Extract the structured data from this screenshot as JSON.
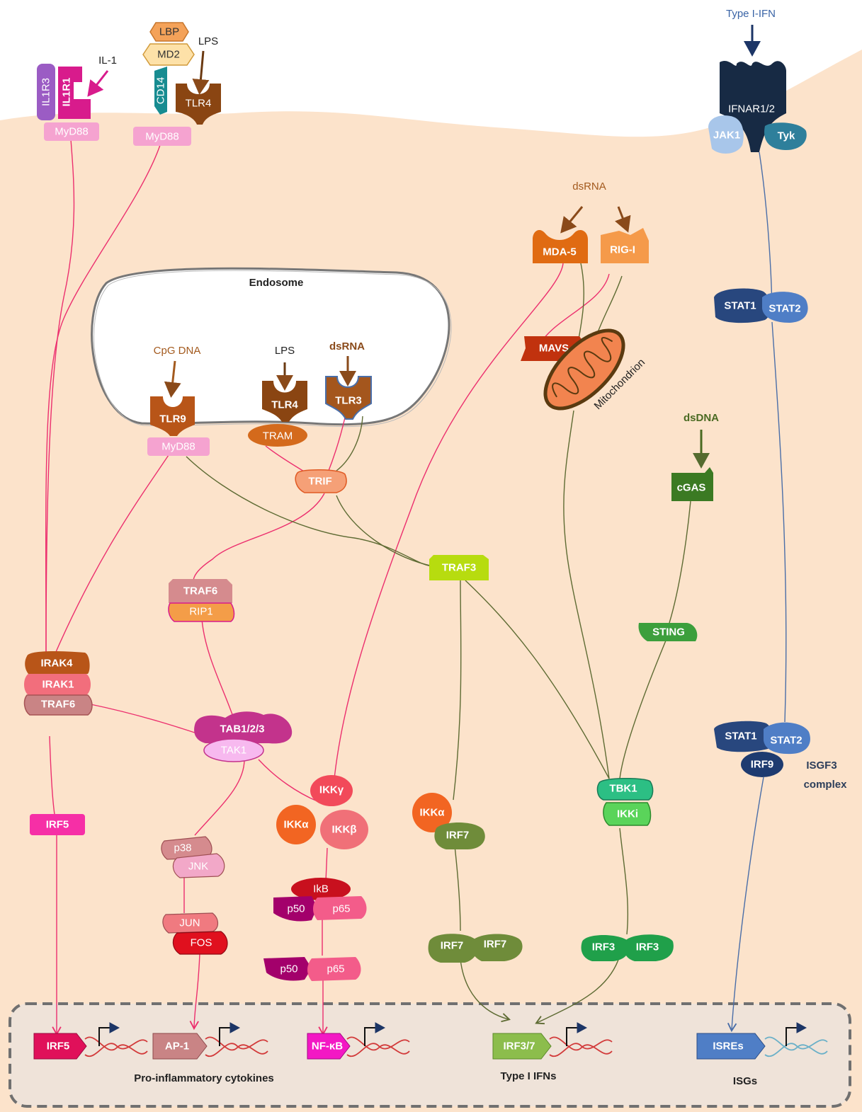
{
  "ligands": {
    "il1": "IL-1",
    "lps_top": "LPS",
    "type1_ifn": "Type I-IFN",
    "dsrna_cyto": "dsRNA",
    "cpg_dna": "CpG DNA",
    "lps_endo": "LPS",
    "dsrna_endo": "dsRNA",
    "dsdna": "dsDNA"
  },
  "compartments": {
    "endosome": "Endosome",
    "mitochondrion": "Mitochondrion",
    "isgf3_line1": "ISGF3",
    "isgf3_line2": "complex"
  },
  "nodes": {
    "lbp": "LBP",
    "md2": "MD2",
    "cd14": "CD14",
    "tlr4_surface": "TLR4",
    "il1r3": "IL1R3",
    "il1r1": "IL1R1",
    "myd88_a": "MyD88",
    "myd88_b": "MyD88",
    "ifnar": "IFNAR1/2",
    "jak1": "JAK1",
    "tyk": "Tyk",
    "mda5": "MDA-5",
    "rigi": "RIG-I",
    "mavs": "MAVS",
    "stat1_a": "STAT1",
    "stat2_a": "STAT2",
    "tlr9": "TLR9",
    "tlr4_endo": "TLR4",
    "tlr3": "TLR3",
    "tram": "TRAM",
    "myd88_c": "MyD88",
    "trif": "TRIF",
    "cgas": "cGAS",
    "traf3": "TRAF3",
    "traf6_a": "TRAF6",
    "rip1": "RIP1",
    "sting": "STING",
    "irak4": "IRAK4",
    "irak1": "IRAK1",
    "traf6_b": "TRAF6",
    "tab": "TAB1/2/3",
    "tak1": "TAK1",
    "stat1_b": "STAT1",
    "stat2_b": "STAT2",
    "irf9": "IRF9",
    "tbk1": "TBK1",
    "ikki": "IKKi",
    "ikkg": "IKKγ",
    "ikka_a": "IKKα",
    "ikkb": "IKKβ",
    "ikka_b": "IKKα",
    "irf7_a": "IRF7",
    "irf5_c": "IRF5",
    "p38": "p38",
    "jnk": "JNK",
    "ikb": "IkB",
    "p50_a": "p50",
    "p65_a": "p65",
    "jun": "JUN",
    "fos": "FOS",
    "irf7_b": "IRF7",
    "irf7_c": "IRF7",
    "irf3_a": "IRF3",
    "irf3_b": "IRF3",
    "p50_b": "p50",
    "p65_b": "p65"
  },
  "nucleus": {
    "promoters": [
      "IRF5",
      "AP-1",
      "NF-κB",
      "IRF3/7",
      "ISREs"
    ],
    "captions": [
      "Pro-inflammatory cytokines",
      "Type I IFNs",
      "ISGs"
    ]
  },
  "colors": {
    "cytoplasm": "#fce3cb",
    "nucleus": "#efe3d9",
    "pink_path": "#ec2f6e",
    "olive_path": "#5e6b33",
    "blue_path": "#4a6ea8"
  }
}
